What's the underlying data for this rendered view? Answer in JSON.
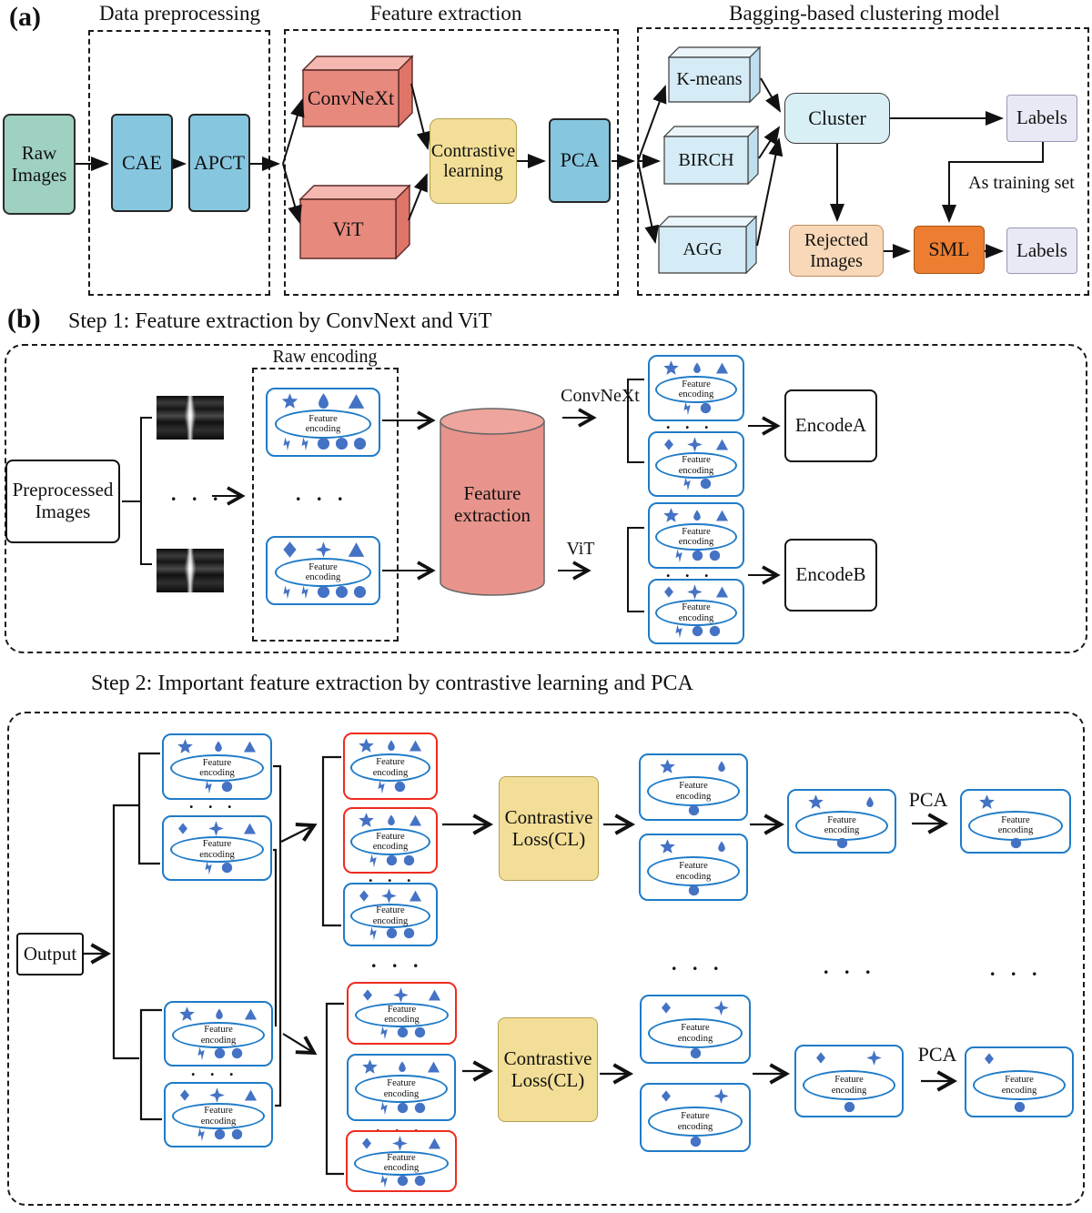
{
  "figure": {
    "panel_a_label": "(a)",
    "panel_b_label": "(b)"
  },
  "panel_a": {
    "preprocessing_title": "Data preprocessing",
    "extraction_title": "Feature extraction",
    "clustering_title": "Bagging-based clustering model",
    "nodes": {
      "raw_images": "Raw Images",
      "cae": "CAE",
      "apct": "APCT",
      "convnext": "ConvNeXt",
      "vit": "ViT",
      "contrastive_learning": "Contrastive learning",
      "pca": "PCA",
      "kmeans": "K-means",
      "birch": "BIRCH",
      "agg": "AGG",
      "cluster": "Cluster",
      "labels_top": "Labels",
      "as_training_set": "As training set",
      "rejected_images": "Rejected Images",
      "sml": "SML",
      "labels_bottom": "Labels"
    }
  },
  "panel_b": {
    "title": "Step 1: Feature extraction by ConvNext and ViT",
    "raw_encoding_title": "Raw encoding",
    "preprocessed_images": "Preprocessed Images",
    "cylinder_label": "Feature extraction",
    "convnext_arrow_label": "ConvNeXt",
    "vit_arrow_label": "ViT",
    "encode_a": "EncodeA",
    "encode_b": "EncodeB"
  },
  "step2": {
    "title": "Step 2: Important feature extraction by contrastive learning and PCA",
    "output": "Output",
    "contrastive_loss": "Contrastive Loss(CL)",
    "pca_top": "PCA",
    "pca_bottom": "PCA"
  },
  "encoding_card": {
    "label": "Feature encoding"
  },
  "dots": ". . .",
  "icon_glyphs": {
    "star": "★",
    "droplet": "💧",
    "triangle": "▲",
    "diamond": "◆",
    "four-point-star": "✦",
    "lightning": "⚡",
    "circle": "●"
  },
  "colors": {
    "icon-blue": "#4472C4",
    "card-blue": "#1F7BC8",
    "card-red": "#EE2B20",
    "teal": "#9FD1C3",
    "blue-box": "#86C7DF",
    "salmon": "#E8897E",
    "salmon-top": "#F4B8B0",
    "salmon-side": "#DE7568",
    "yellow": "#F2DE96",
    "pale-blue": "#D5EBF5",
    "pale-blue-top": "#EAF5FB",
    "pale-blue-side": "#BFDFEE",
    "cluster-fill": "#D9EFF6",
    "lavender": "#E9E9F5",
    "peach": "#F8D8B8",
    "orange": "#EC7D31",
    "cylinder": "#E8948C",
    "cylinder-top": "#EDA59E",
    "line": "#111111"
  }
}
